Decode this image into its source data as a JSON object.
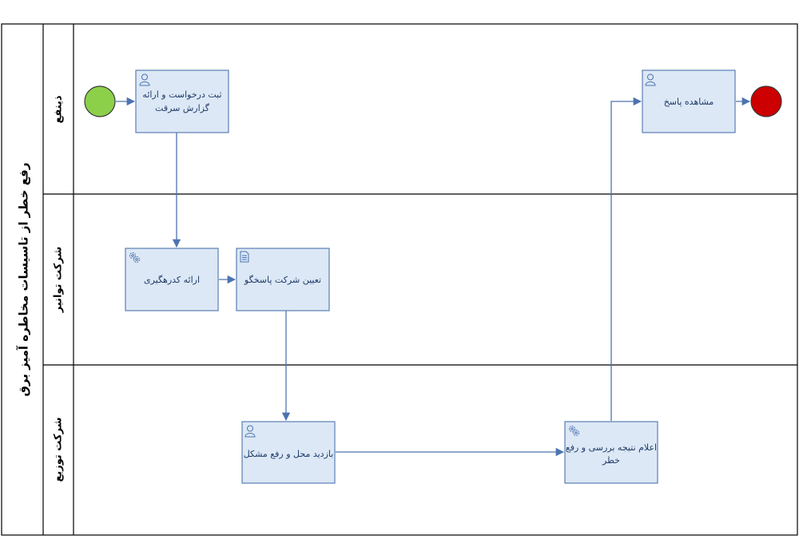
{
  "pool": {
    "title": "رفع خطر از تاسیسات مخاطره آمیز برق",
    "lanes": [
      {
        "id": "customer",
        "label": "ذینفع"
      },
      {
        "id": "tavanir",
        "label": "شرکت توانیر"
      },
      {
        "id": "distribution",
        "label": "شرکت توزیع"
      }
    ]
  },
  "events": {
    "start": {
      "type": "start",
      "color": "#8cd04a"
    },
    "end": {
      "type": "end",
      "color": "#cc0000"
    }
  },
  "tasks": [
    {
      "id": "t1",
      "lane": "customer",
      "icon": "user-icon",
      "lines": [
        "ثبت درخواست و ارائه",
        "گزارش سرقت"
      ]
    },
    {
      "id": "t2",
      "lane": "tavanir",
      "icon": "gear-icon",
      "lines": [
        "ارائه کدرهگیری"
      ]
    },
    {
      "id": "t3",
      "lane": "tavanir",
      "icon": "document-icon",
      "lines": [
        "تعیین شرکت پاسخگو"
      ]
    },
    {
      "id": "t4",
      "lane": "distribution",
      "icon": "user-icon",
      "lines": [
        "بازدید محل و رفع مشکل"
      ]
    },
    {
      "id": "t5",
      "lane": "distribution",
      "icon": "gear-icon",
      "lines": [
        "اعلام نتیجه بررسی و رفع",
        "خطر"
      ]
    },
    {
      "id": "t6",
      "lane": "customer",
      "icon": "user-icon",
      "lines": [
        "مشاهده پاسخ"
      ]
    }
  ],
  "colors": {
    "task_fill": "#dce8f5",
    "task_stroke": "#5a7fb5",
    "flow": "#4d73b0",
    "text": "#1f3b6a"
  }
}
